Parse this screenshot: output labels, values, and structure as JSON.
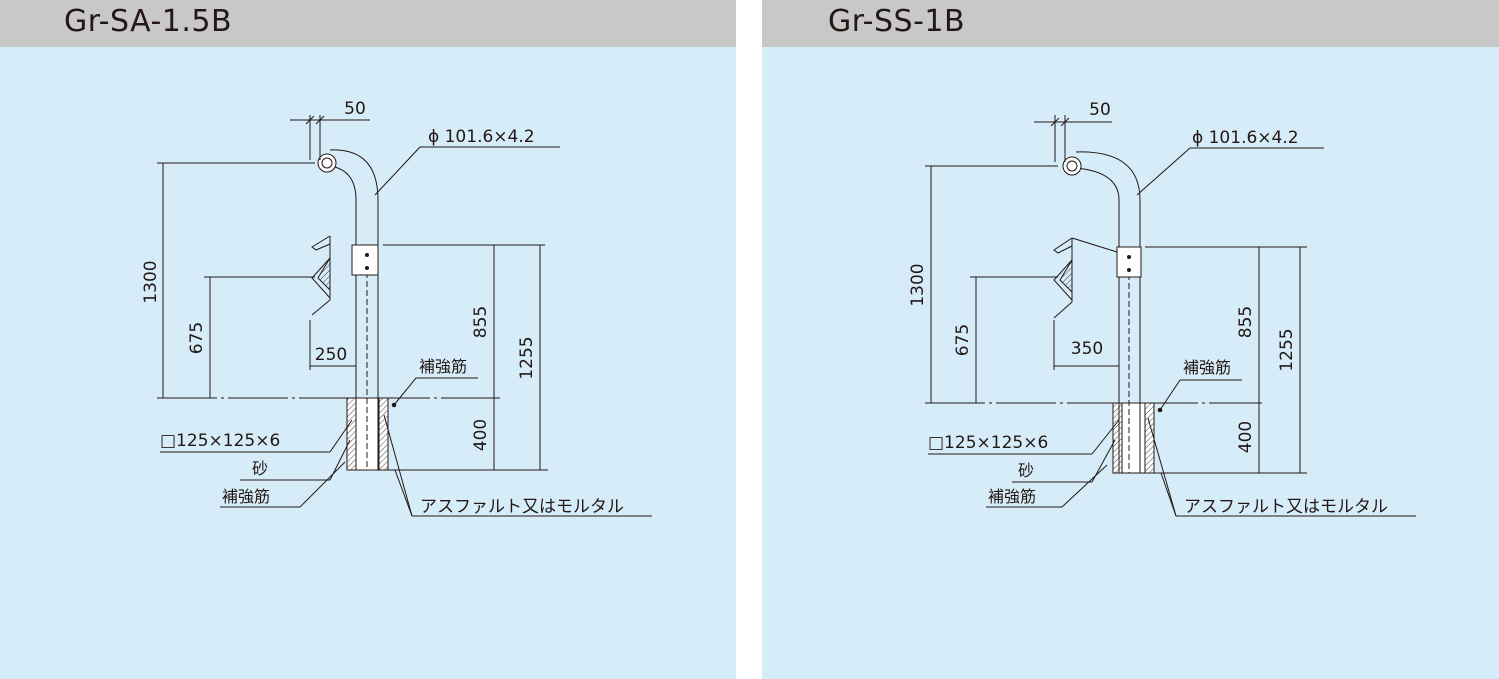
{
  "panels": [
    {
      "title": "Gr-SA-1.5B",
      "dims": {
        "top_offset": "50",
        "pipe_spec": "ϕ 101.6×4.2",
        "total_height": "1300",
        "rail_height": "675",
        "arm_length": "250",
        "upper_height": "855",
        "overall_post": "1255",
        "embed_depth": "400"
      },
      "labels": {
        "rebar_upper": "補強筋",
        "square_tube": "□125×125×6",
        "sand": "砂",
        "rebar_lower": "補強筋",
        "asphalt": "アスファルト又はモルタル"
      }
    },
    {
      "title": "Gr-SS-1B",
      "dims": {
        "top_offset": "50",
        "pipe_spec": "ϕ 101.6×4.2",
        "total_height": "1300",
        "rail_height": "675",
        "arm_length": "350",
        "upper_height": "855",
        "overall_post": "1255",
        "embed_depth": "400"
      },
      "labels": {
        "rebar_upper": "補強筋",
        "square_tube": "□125×125×6",
        "sand": "砂",
        "rebar_lower": "補強筋",
        "asphalt": "アスファルト又はモルタル"
      }
    }
  ],
  "colors": {
    "panel_bg": "#d6ecf8",
    "header_bg": "#c8c8c8",
    "line": "#231815"
  }
}
